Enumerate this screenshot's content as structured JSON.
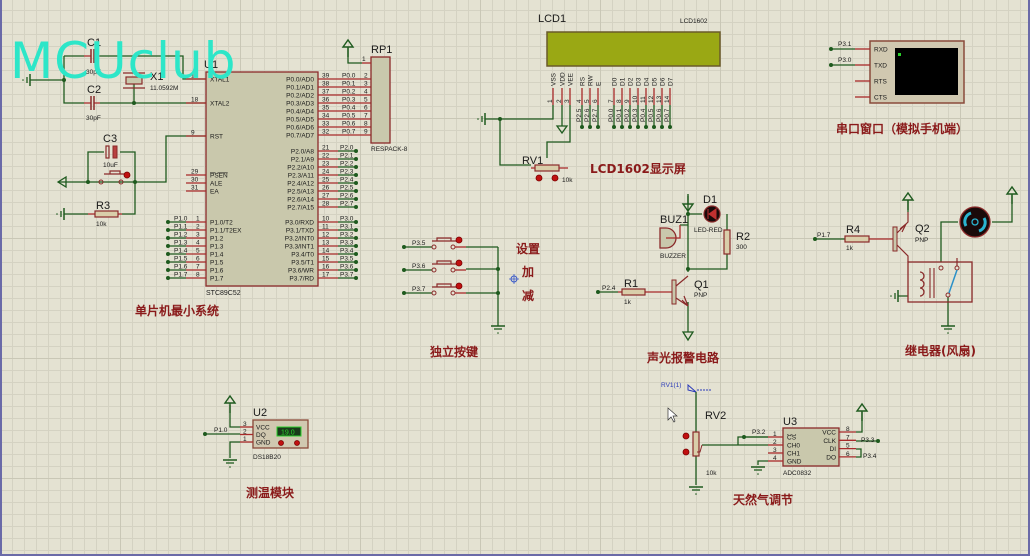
{
  "watermark": "MCUclub",
  "colors": {
    "wire": "#1e5a1e",
    "pin": "#a82a2a",
    "label_cn": "#8a1a1a",
    "logo": "#2de6c8",
    "lcd": "#9aa814",
    "grid_bg": "#e4e2d2"
  },
  "mcu": {
    "ref": "U1",
    "part": "STC89C52",
    "left_pins": [
      {
        "num": "19",
        "name": "XTAL1"
      },
      {
        "num": "18",
        "name": "XTAL2"
      },
      {
        "num": "9",
        "name": "RST"
      },
      {
        "num": "29",
        "name": "PSEN"
      },
      {
        "num": "30",
        "name": "ALE"
      },
      {
        "num": "31",
        "name": "EA"
      }
    ],
    "p1_pins": [
      {
        "num": "1",
        "name": "P1.0/T2",
        "net": "P1.0"
      },
      {
        "num": "2",
        "name": "P1.1/T2EX",
        "net": "P1.1"
      },
      {
        "num": "3",
        "name": "P1.2",
        "net": "P1.2"
      },
      {
        "num": "4",
        "name": "P1.3",
        "net": "P1.3"
      },
      {
        "num": "5",
        "name": "P1.4",
        "net": "P1.4"
      },
      {
        "num": "6",
        "name": "P1.5",
        "net": "P1.5"
      },
      {
        "num": "7",
        "name": "P1.6",
        "net": "P1.6"
      },
      {
        "num": "8",
        "name": "P1.7",
        "net": "P1.7"
      }
    ],
    "p0_pins": [
      {
        "num": "39",
        "name": "P0.0/AD0",
        "net": "P0.0",
        "rp": "2"
      },
      {
        "num": "38",
        "name": "P0.1/AD1",
        "net": "P0.1",
        "rp": "3"
      },
      {
        "num": "37",
        "name": "P0.2/AD2",
        "net": "P0.2",
        "rp": "4"
      },
      {
        "num": "36",
        "name": "P0.3/AD3",
        "net": "P0.3",
        "rp": "5"
      },
      {
        "num": "35",
        "name": "P0.4/AD4",
        "net": "P0.4",
        "rp": "6"
      },
      {
        "num": "34",
        "name": "P0.5/AD5",
        "net": "P0.5",
        "rp": "7"
      },
      {
        "num": "33",
        "name": "P0.6/AD6",
        "net": "P0.6",
        "rp": "8"
      },
      {
        "num": "32",
        "name": "P0.7/AD7",
        "net": "P0.7",
        "rp": "9"
      }
    ],
    "p2_pins": [
      {
        "num": "21",
        "name": "P2.0/A8",
        "net": "P2.0"
      },
      {
        "num": "22",
        "name": "P2.1/A9",
        "net": "P2.1"
      },
      {
        "num": "23",
        "name": "P2.2/A10",
        "net": "P2.2"
      },
      {
        "num": "24",
        "name": "P2.3/A11",
        "net": "P2.3"
      },
      {
        "num": "25",
        "name": "P2.4/A12",
        "net": "P2.4"
      },
      {
        "num": "26",
        "name": "P2.5/A13",
        "net": "P2.5"
      },
      {
        "num": "27",
        "name": "P2.6/A14",
        "net": "P2.6"
      },
      {
        "num": "28",
        "name": "P2.7/A15",
        "net": "P2.7"
      }
    ],
    "p3_pins": [
      {
        "num": "10",
        "name": "P3.0/RXD",
        "net": "P3.0"
      },
      {
        "num": "11",
        "name": "P3.1/TXD",
        "net": "P3.1"
      },
      {
        "num": "12",
        "name": "P3.2/INT0",
        "net": "P3.2"
      },
      {
        "num": "13",
        "name": "P3.3/INT1",
        "net": "P3.3"
      },
      {
        "num": "14",
        "name": "P3.4/T0",
        "net": "P3.4"
      },
      {
        "num": "15",
        "name": "P3.5/T1",
        "net": "P3.5"
      },
      {
        "num": "16",
        "name": "P3.6/WR",
        "net": "P3.6"
      },
      {
        "num": "17",
        "name": "P3.7/RD",
        "net": "P3.7"
      }
    ]
  },
  "crystal": {
    "c1_ref": "C1",
    "c1_val": "30pF",
    "c2_ref": "C2",
    "c2_val": "30pF",
    "x1_ref": "X1",
    "x1_val": "11.0592M"
  },
  "reset": {
    "c3_ref": "C3",
    "c3_val": "10uF",
    "r3_ref": "R3",
    "r3_val": "10k"
  },
  "rp1": {
    "ref": "RP1",
    "part": "RESPACK-8",
    "pin1": "1"
  },
  "lcd": {
    "ref": "LCD1",
    "part": "LCD1602",
    "pins": [
      {
        "name": "VSS",
        "num": "1",
        "net": ""
      },
      {
        "name": "VDD",
        "num": "2",
        "net": ""
      },
      {
        "name": "VEE",
        "num": "3",
        "net": ""
      },
      {
        "name": "RS",
        "num": "4",
        "net": "P2.5"
      },
      {
        "name": "RW",
        "num": "5",
        "net": "P2.6"
      },
      {
        "name": "E",
        "num": "6",
        "net": "P2.7"
      },
      {
        "name": "D0",
        "num": "7",
        "net": "P0.0"
      },
      {
        "name": "D1",
        "num": "8",
        "net": "P0.1"
      },
      {
        "name": "D2",
        "num": "9",
        "net": "P0.2"
      },
      {
        "name": "D3",
        "num": "10",
        "net": "P0.3"
      },
      {
        "name": "D4",
        "num": "11",
        "net": "P0.4"
      },
      {
        "name": "D5",
        "num": "12",
        "net": "P0.5"
      },
      {
        "name": "D6",
        "num": "13",
        "net": "P0.6"
      },
      {
        "name": "D7",
        "num": "14",
        "net": "P0.7"
      }
    ],
    "rv1_ref": "RV1",
    "rv1_val": "10k"
  },
  "terminal": {
    "pins": [
      "RXD",
      "TXD",
      "RTS",
      "CTS"
    ],
    "rxd_net": "P3.1",
    "txd_net": "P3.0"
  },
  "buttons": {
    "nets": [
      "P3.5",
      "P3.6",
      "P3.7"
    ],
    "labels": [
      "设置",
      "加",
      "减"
    ]
  },
  "alarm": {
    "buz_ref": "BUZ1",
    "buz_part": "BUZZER",
    "d1_ref": "D1",
    "d1_part": "LED-RED",
    "r2_ref": "R2",
    "r2_val": "300",
    "r1_ref": "R1",
    "r1_val": "1k",
    "q1_ref": "Q1",
    "q1_part": "PNP",
    "net": "P2.4"
  },
  "relay": {
    "r4_ref": "R4",
    "r4_val": "1k",
    "q2_ref": "Q2",
    "q2_part": "PNP",
    "net": "P1.7"
  },
  "ds18b20": {
    "ref": "U2",
    "part": "DS18B20",
    "reading": "19.0",
    "net": "P1.0",
    "pins": [
      {
        "num": "3",
        "name": "VCC"
      },
      {
        "num": "2",
        "name": "DQ"
      },
      {
        "num": "1",
        "name": "GND"
      }
    ]
  },
  "adc": {
    "ref": "U3",
    "part": "ADC0832",
    "rv2_ref": "RV2",
    "rv2_val": "10k",
    "probe": "RV1(1)",
    "left_pins": [
      {
        "num": "1",
        "name": "CS"
      },
      {
        "num": "2",
        "name": "CH0"
      },
      {
        "num": "3",
        "name": "CH1"
      },
      {
        "num": "4",
        "name": "GND"
      }
    ],
    "right_pins": [
      {
        "num": "8",
        "name": "VCC"
      },
      {
        "num": "7",
        "name": "CLK"
      },
      {
        "num": "5",
        "name": "DI"
      },
      {
        "num": "6",
        "name": "DO"
      }
    ],
    "cs_net": "P3.2",
    "clk_net": "P3.3",
    "dio_net": "P3.4"
  },
  "section_labels": {
    "mcu": "单片机最小系统",
    "lcd": "LCD1602显示屏",
    "terminal": "串口窗口（模拟手机端）",
    "buttons": "独立按键",
    "alarm": "声光报警电路",
    "relay": "继电器(风扇)",
    "temp": "测温模块",
    "gas": "天然气调节"
  }
}
